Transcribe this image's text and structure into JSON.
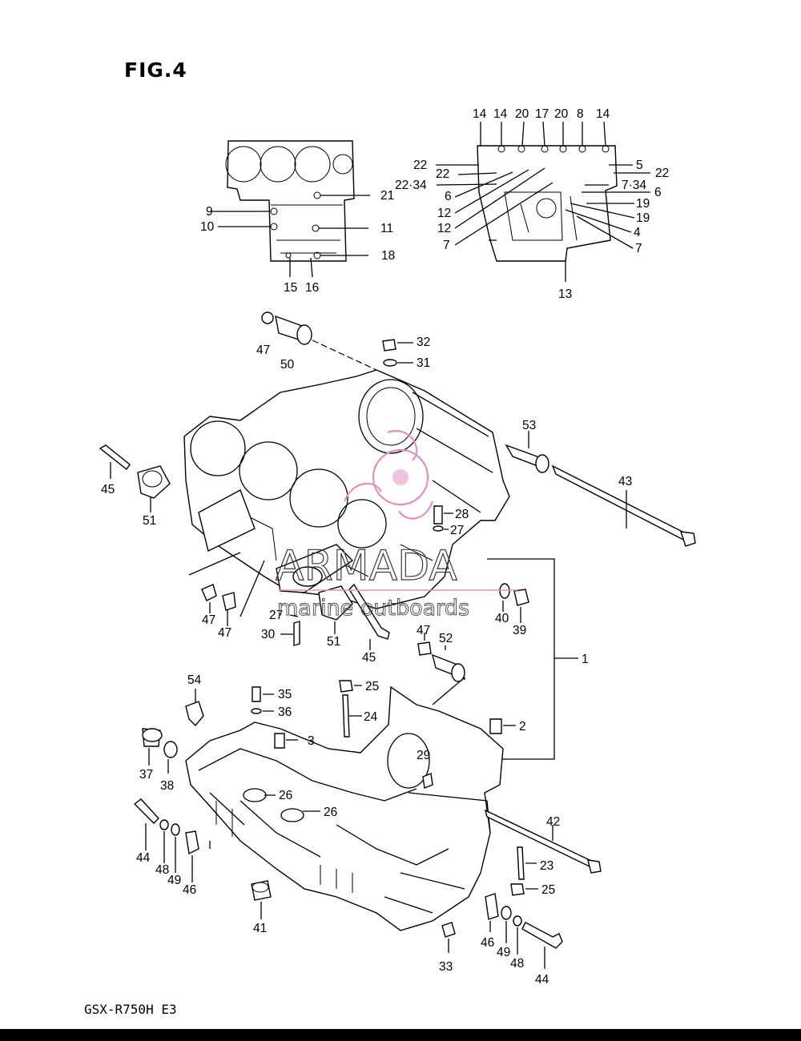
{
  "figure": {
    "title": "FIG.4",
    "model_code": "GSX-R750H E3",
    "watermark": {
      "brand": "ARMADA",
      "tagline": "marine outboards",
      "logo_color": "#e48fc4"
    },
    "callouts": {
      "c9": "9",
      "c10": "10",
      "c21": "21",
      "c11": "11",
      "c18": "18",
      "c15": "15",
      "c16": "16",
      "t14a": "14",
      "t14b": "14",
      "t20a": "20",
      "t17": "17",
      "t20b": "20",
      "t8": "8",
      "t14c": "14",
      "c22a": "22",
      "c22b": "22",
      "c2234": "22·34",
      "c6a": "6",
      "c12a": "12",
      "c12b": "12",
      "c7a": "7",
      "c5": "5",
      "c22c": "22",
      "c734": "7·34",
      "c6b": "6",
      "c19a": "19",
      "c19b": "19",
      "c4": "4",
      "c7b": "7",
      "c13": "13",
      "c47a": "47",
      "c50": "50",
      "c32": "32",
      "c31": "31",
      "c53": "53",
      "c43": "43",
      "c45a": "45",
      "c51a": "51",
      "c28": "28",
      "c27a": "27",
      "c47b": "47",
      "c47c": "47",
      "c27b": "27",
      "c30": "30",
      "c51b": "51",
      "c45b": "45",
      "c40": "40",
      "c39": "39",
      "c47d": "47",
      "c52": "52",
      "c1": "1",
      "c54": "54",
      "c35": "35",
      "c36": "36",
      "c3": "3",
      "c25a": "25",
      "c24": "24",
      "c2": "2",
      "c37": "37",
      "c38": "38",
      "c29": "29",
      "c26a": "26",
      "c26b": "26",
      "c44a": "44",
      "c48a": "48",
      "c49a": "49",
      "c46a": "46",
      "c41": "41",
      "c42": "42",
      "c23": "23",
      "c25b": "25",
      "c46b": "46",
      "c49b": "49",
      "c48b": "48",
      "c44b": "44",
      "c33": "33"
    }
  }
}
